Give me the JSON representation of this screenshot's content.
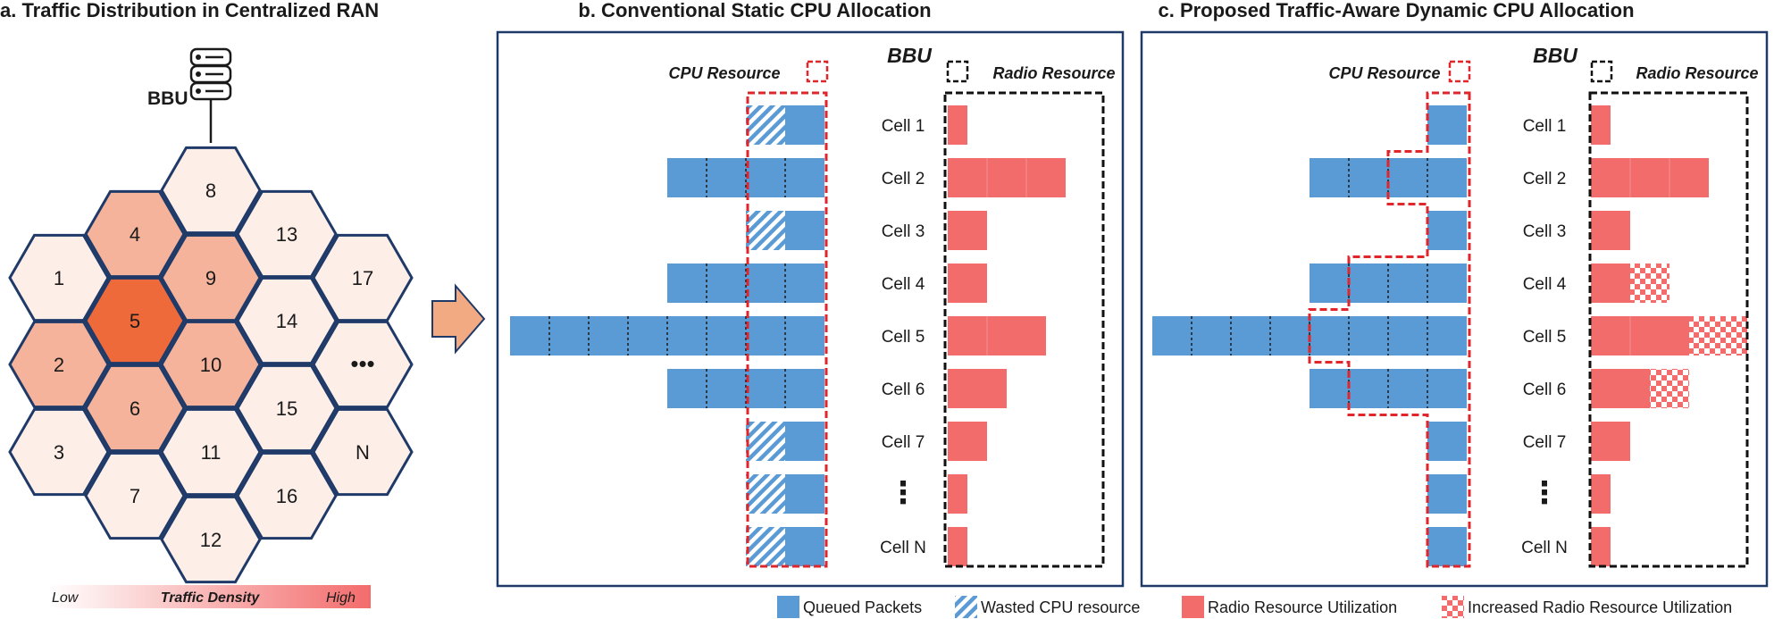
{
  "colors": {
    "queued": "#5b9bd5",
    "radio": "#f36c6c",
    "panel_border": "#1f3a68",
    "cpu_border": "#e0262b",
    "radio_border": "#111111",
    "hex_stroke": "#1f3a68",
    "hex_low": "#fdeee8",
    "hex_mid": "#f4b39a",
    "hex_high": "#ef6a3a",
    "arrow": "#f2aa82"
  },
  "panel_a": {
    "title": "a. Traffic Distribution in Centralized RAN",
    "bbu_label": "BBU",
    "server_icon": "server-icon",
    "cells": [
      {
        "label": "8",
        "density": "low"
      },
      {
        "label": "4",
        "density": "mid"
      },
      {
        "label": "13",
        "density": "low"
      },
      {
        "label": "1",
        "density": "low"
      },
      {
        "label": "9",
        "density": "mid"
      },
      {
        "label": "17",
        "density": "low"
      },
      {
        "label": "5",
        "density": "high"
      },
      {
        "label": "14",
        "density": "low"
      },
      {
        "label": "2",
        "density": "mid"
      },
      {
        "label": "10",
        "density": "mid"
      },
      {
        "label": "•••",
        "density": "low"
      },
      {
        "label": "6",
        "density": "mid"
      },
      {
        "label": "15",
        "density": "low"
      },
      {
        "label": "3",
        "density": "low"
      },
      {
        "label": "11",
        "density": "low"
      },
      {
        "label": "N",
        "density": "low"
      },
      {
        "label": "7",
        "density": "low"
      },
      {
        "label": "16",
        "density": "low"
      },
      {
        "label": "12",
        "density": "low"
      }
    ],
    "legend": {
      "low": "Low",
      "title": "Traffic Density",
      "high": "High"
    }
  },
  "panel_b": {
    "title": "b. Conventional Static CPU Allocation",
    "bbu": "BBU",
    "cpu_label": "CPU Resource",
    "radio_label": "Radio Resource",
    "rows": [
      {
        "cell": "Cell 1",
        "queued_blocks": 1,
        "wasted_blocks": 1,
        "radio_blocks": 0.5
      },
      {
        "cell": "Cell 2",
        "queued_blocks": 4,
        "wasted_blocks": 0,
        "radio_blocks": 3
      },
      {
        "cell": "Cell 3",
        "queued_blocks": 1,
        "wasted_blocks": 1,
        "radio_blocks": 1
      },
      {
        "cell": "Cell 4",
        "queued_blocks": 4,
        "wasted_blocks": 0,
        "radio_blocks": 1
      },
      {
        "cell": "Cell 5",
        "queued_blocks": 8,
        "wasted_blocks": 0,
        "radio_blocks": 2.5
      },
      {
        "cell": "Cell 6",
        "queued_blocks": 4,
        "wasted_blocks": 0,
        "radio_blocks": 1.5
      },
      {
        "cell": "Cell 7",
        "queued_blocks": 1,
        "wasted_blocks": 1,
        "radio_blocks": 1
      },
      {
        "cell": "⋮",
        "queued_blocks": 1,
        "wasted_blocks": 1,
        "radio_blocks": 0.5
      },
      {
        "cell": "Cell N",
        "queued_blocks": 1,
        "wasted_blocks": 1,
        "radio_blocks": 0.5
      }
    ]
  },
  "panel_c": {
    "title": "c. Proposed Traffic-Aware Dynamic CPU Allocation",
    "bbu": "BBU",
    "cpu_label": "CPU Resource",
    "radio_label": "Radio Resource",
    "rows": [
      {
        "cell": "Cell 1",
        "queued_blocks": 1,
        "alloc_blocks": 1,
        "radio_blocks": 0.5,
        "increased_blocks": 0
      },
      {
        "cell": "Cell 2",
        "queued_blocks": 4,
        "alloc_blocks": 2,
        "radio_blocks": 3,
        "increased_blocks": 0
      },
      {
        "cell": "Cell 3",
        "queued_blocks": 1,
        "alloc_blocks": 1,
        "radio_blocks": 1,
        "increased_blocks": 0
      },
      {
        "cell": "Cell 4",
        "queued_blocks": 4,
        "alloc_blocks": 3,
        "radio_blocks": 1,
        "increased_blocks": 1
      },
      {
        "cell": "Cell 5",
        "queued_blocks": 8,
        "alloc_blocks": 4,
        "radio_blocks": 2.5,
        "increased_blocks": 1.5
      },
      {
        "cell": "Cell 6",
        "queued_blocks": 4,
        "alloc_blocks": 3,
        "radio_blocks": 1.5,
        "increased_blocks": 1
      },
      {
        "cell": "Cell 7",
        "queued_blocks": 1,
        "alloc_blocks": 1,
        "radio_blocks": 1,
        "increased_blocks": 0
      },
      {
        "cell": "⋮",
        "queued_blocks": 1,
        "alloc_blocks": 1,
        "radio_blocks": 0.5,
        "increased_blocks": 0
      },
      {
        "cell": "Cell N",
        "queued_blocks": 1,
        "alloc_blocks": 1,
        "radio_blocks": 0.5,
        "increased_blocks": 0
      }
    ]
  },
  "legend": {
    "queued": "Queued Packets",
    "wasted": "Wasted CPU resource",
    "radio": "Radio Resource Utilization",
    "increased": "Increased Radio Resource Utilization"
  }
}
